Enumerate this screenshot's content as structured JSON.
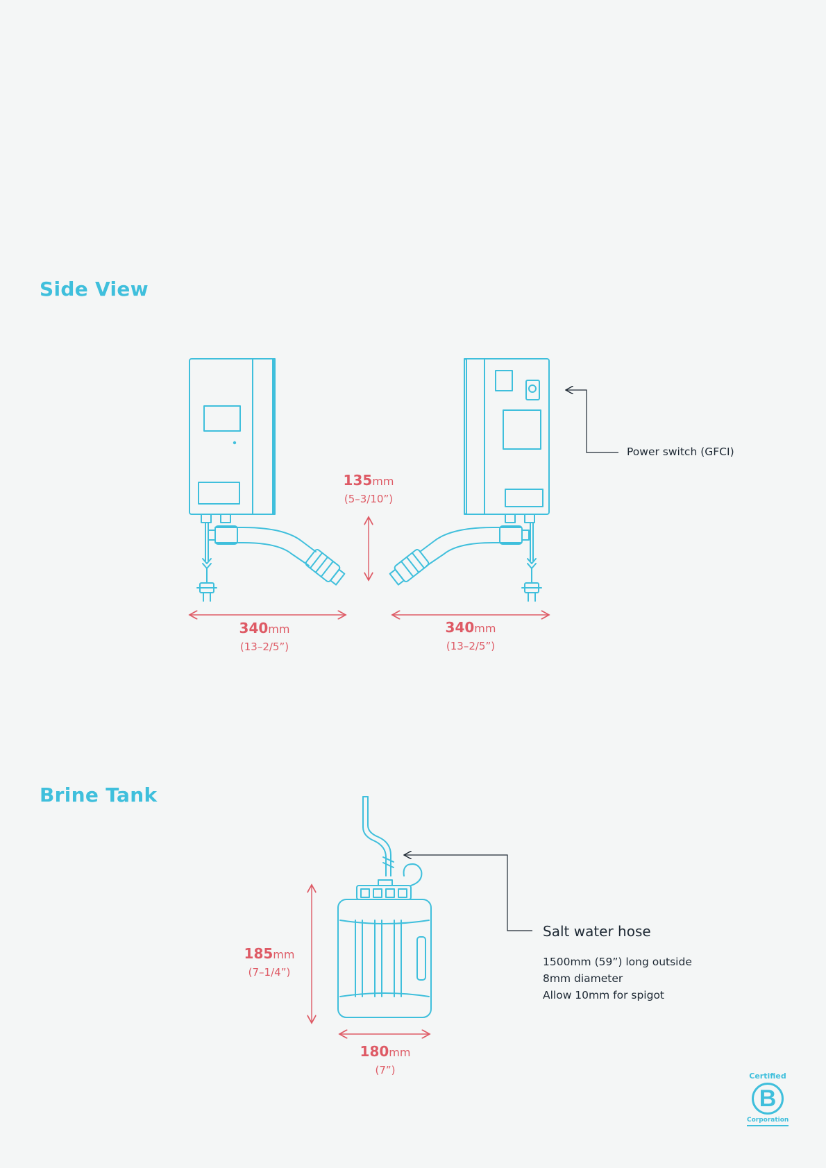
{
  "sections": {
    "side_view_title": "Side View",
    "brine_tank_title": "Brine Tank"
  },
  "side_view": {
    "height_dim": {
      "value": "135",
      "unit": "mm",
      "imperial": "(5–3/10”)"
    },
    "left_width_dim": {
      "value": "340",
      "unit": "mm",
      "imperial": "(13–2/5”)"
    },
    "right_width_dim": {
      "value": "340",
      "unit": "mm",
      "imperial": "(13–2/5”)"
    },
    "power_switch_label": "Power switch (GFCI)"
  },
  "brine_tank": {
    "height_dim": {
      "value": "185",
      "unit": "mm",
      "imperial": "(7–1/4”)"
    },
    "width_dim": {
      "value": "180",
      "unit": "mm",
      "imperial": "(7”)"
    },
    "hose_title": "Salt water hose",
    "hose_details": [
      "1500mm (59”) long outside",
      "8mm diameter",
      "Allow 10mm for spigot"
    ]
  },
  "badge": {
    "top": "Certified",
    "letter": "B",
    "bottom": "Corporation"
  },
  "colors": {
    "accent": "#3fbfdc",
    "dimension": "#de5a65",
    "text": "#1d2833",
    "background": "#f4f6f6"
  }
}
